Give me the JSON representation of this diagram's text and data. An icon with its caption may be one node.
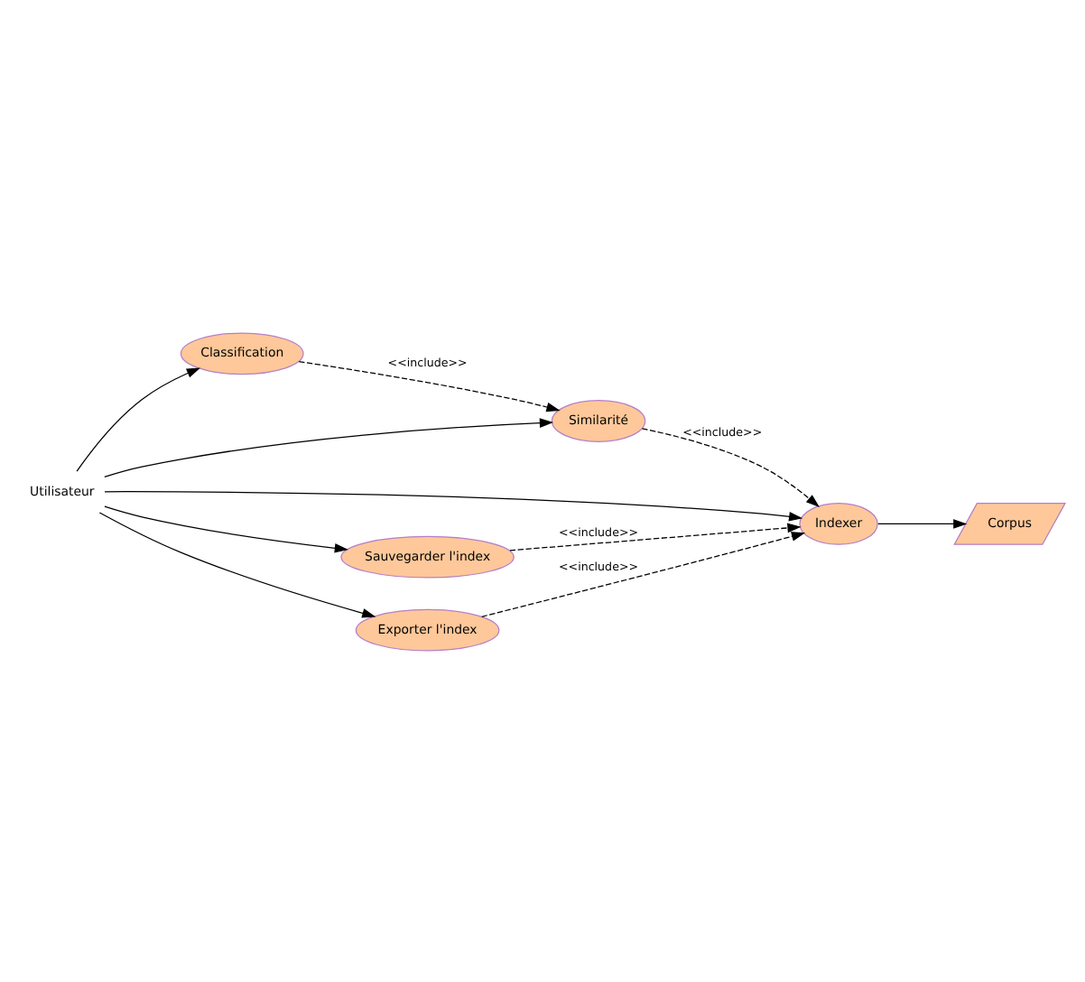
{
  "diagram": {
    "nodes": [
      {
        "text": [
          "Utilisateur"
        ]
      },
      {
        "text": [
          "Classification"
        ]
      },
      {
        "text": [
          "Similarité"
        ]
      },
      {
        "text": [
          "Indexer"
        ]
      },
      {
        "text": [
          "Corpus"
        ]
      },
      {
        "text": [
          "Sauvegarder l'index"
        ]
      },
      {
        "text": [
          "Exporter l'index"
        ]
      }
    ],
    "edges": [
      {
        "from": 0,
        "to": 1,
        "arrow": "to"
      },
      {
        "from": 0,
        "to": 2,
        "arrow": "to"
      },
      {
        "from": 0,
        "to": 3,
        "arrow": "to"
      },
      {
        "from": 0,
        "to": 5,
        "arrow": "to"
      },
      {
        "from": 0,
        "to": 6,
        "arrow": "to"
      },
      {
        "from": 3,
        "to": 4,
        "arrow": "to"
      },
      {
        "from": 1,
        "to": 2,
        "arrow": "to",
        "style": "dashed",
        "label": "<<include>>"
      },
      {
        "from": 2,
        "to": 3,
        "arrow": "to",
        "style": "dashed",
        "label": "<<include>>"
      },
      {
        "from": 5,
        "to": 3,
        "arrow": "to",
        "style": "dashed",
        "label": "<<include>>"
      },
      {
        "from": 6,
        "to": 3,
        "arrow": "to",
        "style": "dashed",
        "label": "<<include>>"
      }
    ]
  }
}
